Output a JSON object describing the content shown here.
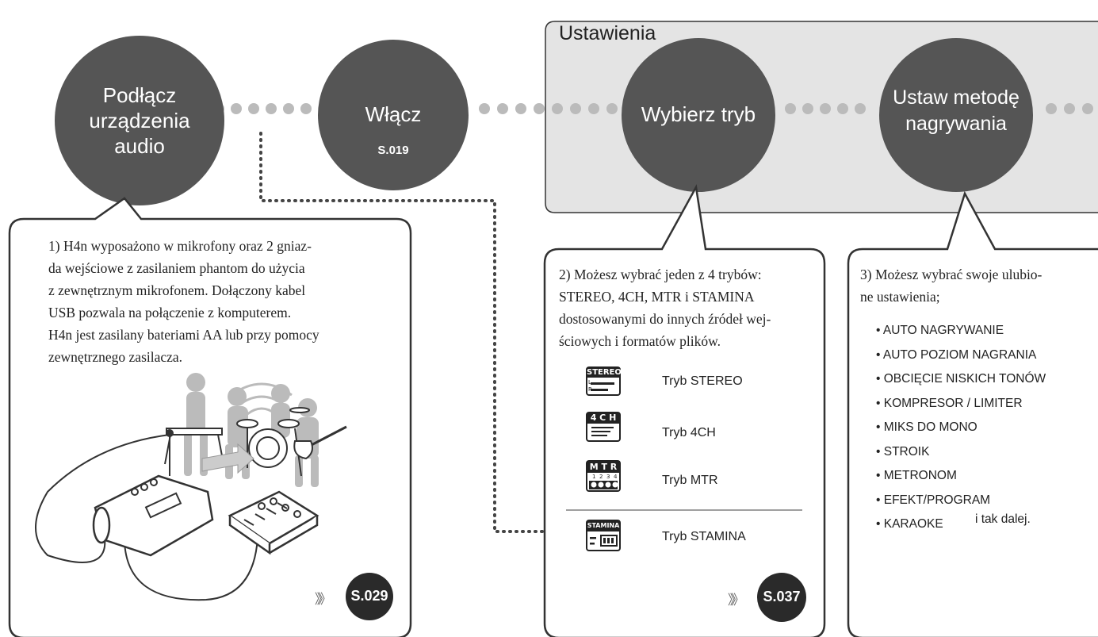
{
  "settings_panel": {
    "title": "Ustawienia"
  },
  "steps": [
    {
      "label_lines": [
        "Podłącz",
        "urządzenia",
        "audio"
      ],
      "page": ""
    },
    {
      "label_lines": [
        "Włącz"
      ],
      "page": "S.019"
    },
    {
      "label_lines": [
        "Wybierz tryb"
      ],
      "page": ""
    },
    {
      "label_lines": [
        "Ustaw metodę",
        "nagrywania"
      ],
      "page": ""
    }
  ],
  "callouts": [
    {
      "lines": [
        "1) H4n wyposażono w mikrofony oraz 2 gniaz-",
        "da wejściowe z zasilaniem phantom do użycia",
        "z zewnętrznym mikrofonem. Dołączony kabel",
        "USB pozwala na połączenie z komputerem.",
        "H4n jest zasilany bateriami AA lub przy pomocy",
        "zewnętrznego zasilacza."
      ],
      "ref": "S.029"
    },
    {
      "lines": [
        "2) Możesz wybrać jeden z 4 trybów:",
        "STEREO, 4CH, MTR i STAMINA",
        "dostosowanymi do innych źródeł wej-",
        "ściowych i formatów plików."
      ],
      "modes": [
        {
          "icon_text": "STEREO",
          "label": "Tryb STEREO"
        },
        {
          "icon_text": "4 C H",
          "label": "Tryb 4CH"
        },
        {
          "icon_text": "M T R",
          "label": "Tryb MTR"
        },
        {
          "icon_text": "STAMINA",
          "label": "Tryb STAMINA"
        }
      ],
      "ref": "S.037"
    },
    {
      "lines": [
        "3) Możesz wybrać swoje ulubio-",
        "ne ustawienia;"
      ],
      "items": [
        "• AUTO NAGRYWANIE",
        "• AUTO POZIOM NAGRANIA",
        "• OBCIĘCIE NISKICH TONÓW",
        "• KOMPRESOR / LIMITER",
        "• MIKS DO MONO",
        "• STROIK",
        "• METRONOM",
        "• EFEKT/PROGRAM",
        "• KARAOKE"
      ],
      "trailing": "i tak dalej."
    }
  ],
  "icon_sublabels": {
    "L": "L",
    "R": "R",
    "n1": "1",
    "n2": "2",
    "n3": "3",
    "n4": "4"
  },
  "ref_arrow": "》》",
  "colors": {
    "circle": "#555555",
    "panel": "#e4e4e4",
    "dots": "#bbbbbb",
    "connector": "#444444",
    "ref_circle": "#2a2a2a"
  }
}
